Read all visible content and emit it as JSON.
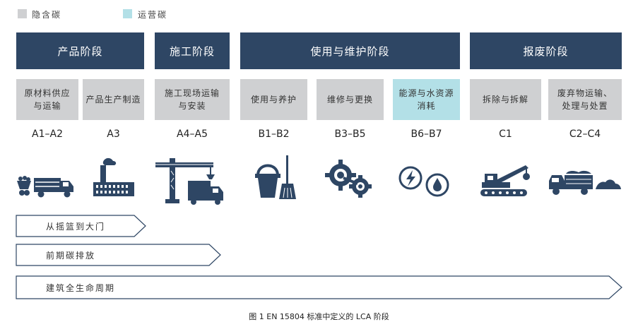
{
  "legend": [
    {
      "label": "隐含碳",
      "color": "#cfd0d2"
    },
    {
      "label": "运营碳",
      "color": "#b3e0e7"
    }
  ],
  "phases": [
    {
      "label": "产品阶段"
    },
    {
      "label": "施工阶段"
    },
    {
      "label": "使用与维护阶段"
    },
    {
      "label": "报废阶段"
    }
  ],
  "stages": [
    {
      "line1": "原材料供应",
      "line2": "与运输",
      "code": "A1–A2",
      "icon": "truck-with-cart-icon",
      "type": "embodied"
    },
    {
      "line1": "产品生产制造",
      "line2": "",
      "code": "A3",
      "icon": "factory-icon",
      "type": "embodied"
    },
    {
      "line1": "施工现场运输",
      "line2": "与安装",
      "code": "A4–A5",
      "icon": "crane-and-truck-icon",
      "type": "embodied"
    },
    {
      "line1": "使用与养护",
      "line2": "",
      "code": "B1–B2",
      "icon": "bucket-and-broom-icon",
      "type": "embodied"
    },
    {
      "line1": "维修与更换",
      "line2": "",
      "code": "B3–B5",
      "icon": "gears-icon",
      "type": "embodied"
    },
    {
      "line1": "能源与水资源",
      "line2": "消耗",
      "code": "B6–B7",
      "icon": "energy-and-water-icon",
      "type": "operational"
    },
    {
      "line1": "拆除与拆解",
      "line2": "",
      "code": "C1",
      "icon": "crawler-crane-icon",
      "type": "embodied"
    },
    {
      "line1": "废弃物运输、",
      "line2": "处理与处置",
      "code": "C2–C4",
      "icon": "dump-truck-icon",
      "type": "embodied"
    }
  ],
  "scopes": [
    {
      "label": "从摇篮到大门"
    },
    {
      "label": "前期碳排放"
    },
    {
      "label": "建筑全生命周期"
    }
  ],
  "caption": "图 1  EN 15804 标准中定义的 LCA 阶段"
}
